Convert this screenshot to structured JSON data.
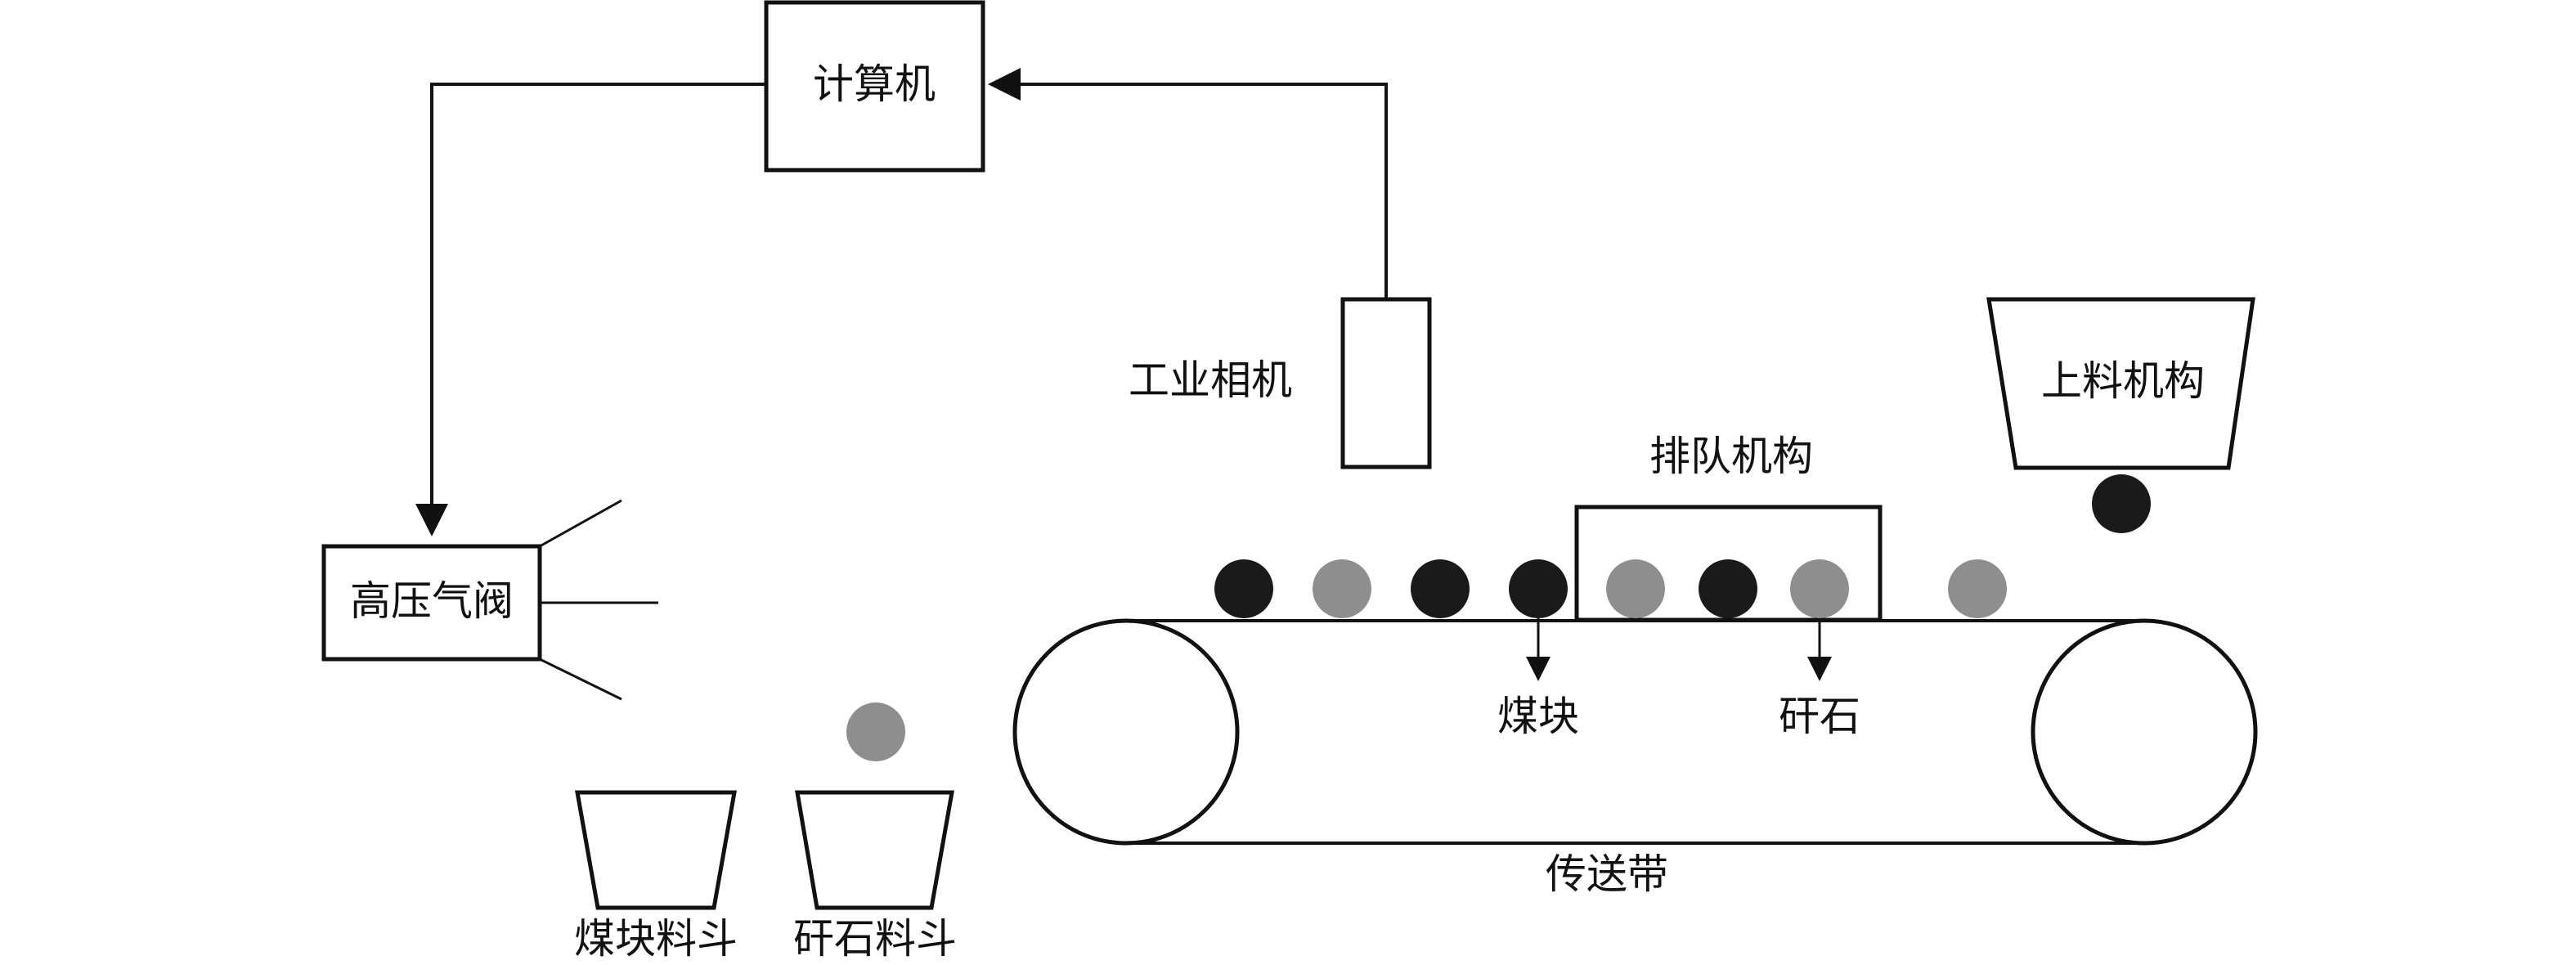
{
  "labels": {
    "computer": "计算机",
    "camera": "工业相机",
    "valve": "高压气阀",
    "feeder": "上料机构",
    "queue": "排队机构",
    "coal": "煤块",
    "gangue": "矸石",
    "conveyor": "传送带",
    "coal_hopper": "煤块料斗",
    "gangue_hopper": "矸石料斗"
  },
  "colors": {
    "coal": "#1a1a1a",
    "gangue": "#8e8e8e",
    "line": "#111111"
  },
  "conveyor_particles": [
    "coal",
    "gangue",
    "coal",
    "coal",
    "gangue",
    "coal",
    "gangue",
    "gangue"
  ]
}
